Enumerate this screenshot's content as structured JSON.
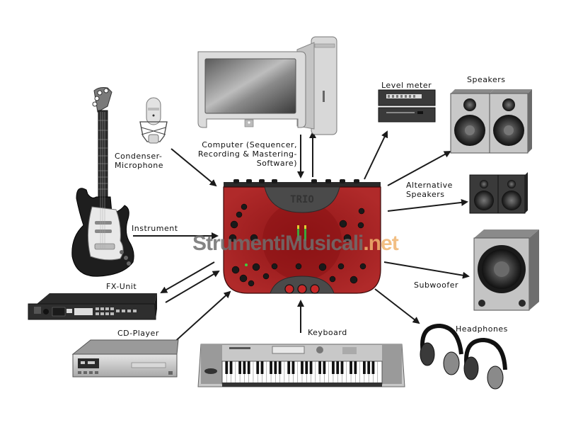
{
  "diagram": {
    "title": "Audio interface connection diagram",
    "center_device": {
      "name": "Audio Interface",
      "brand": "TRIO",
      "color": "#9e1b1d"
    },
    "labels": {
      "computer_line1": "Computer (Sequencer,",
      "computer_line2": "Recording & Mastering-",
      "computer_line3": "Software)",
      "microphone_line1": "Condenser-",
      "microphone_line2": "Microphone",
      "instrument": "Instrument",
      "fx_unit": "FX-Unit",
      "cd_player": "CD-Player",
      "keyboard": "Keyboard",
      "level_meter": "Level meter",
      "speakers": "Speakers",
      "alt_speakers_line1": "Alternative",
      "alt_speakers_line2": "Speakers",
      "subwoofer": "Subwoofer",
      "headphones": "Headphones"
    },
    "watermark": {
      "part1": "StrumentiMusicali",
      "part2": ".net"
    },
    "connections": [
      {
        "from": "Condenser-Microphone",
        "to": "Audio Interface",
        "direction": "in"
      },
      {
        "from": "Instrument",
        "to": "Audio Interface",
        "direction": "in"
      },
      {
        "from": "Audio Interface",
        "to": "FX-Unit",
        "direction": "out"
      },
      {
        "from": "FX-Unit",
        "to": "Audio Interface",
        "direction": "in"
      },
      {
        "from": "CD-Player",
        "to": "Audio Interface",
        "direction": "in"
      },
      {
        "from": "Keyboard",
        "to": "Audio Interface",
        "direction": "in"
      },
      {
        "from": "Computer",
        "to": "Audio Interface",
        "direction": "bidirectional"
      },
      {
        "from": "Audio Interface",
        "to": "Level meter",
        "direction": "out"
      },
      {
        "from": "Audio Interface",
        "to": "Speakers",
        "direction": "out"
      },
      {
        "from": "Audio Interface",
        "to": "Alternative Speakers",
        "direction": "out"
      },
      {
        "from": "Audio Interface",
        "to": "Subwoofer",
        "direction": "out"
      },
      {
        "from": "Audio Interface",
        "to": "Headphones",
        "direction": "out"
      }
    ],
    "colors": {
      "interface_red": "#9e1b1d",
      "interface_dark": "#4a4a4a",
      "arrow": "#1a1a1a",
      "watermark_gray": "#6e6e6e",
      "watermark_orange": "#f0b46e"
    }
  }
}
